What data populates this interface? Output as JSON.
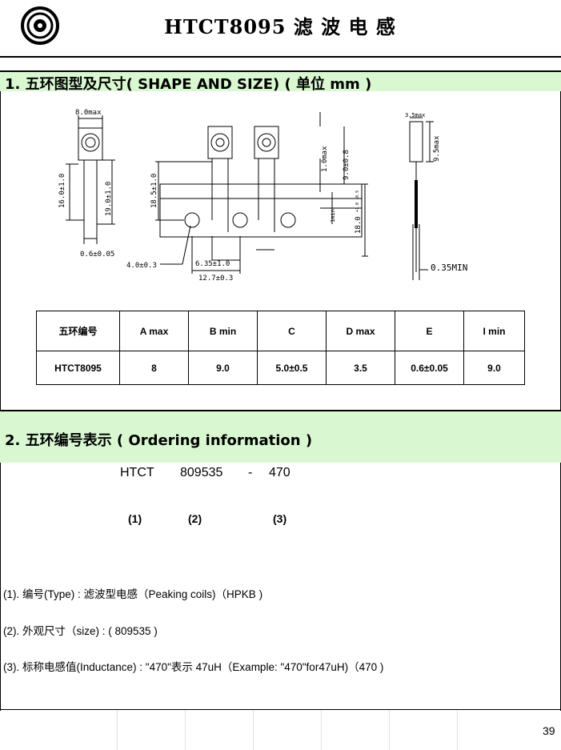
{
  "header": {
    "title": "HTCT8095 滤 波 电 感"
  },
  "section1": {
    "title": "1. 五环图型及尺寸( SHAPE AND SIZE)  ( 单位 mm )",
    "drawing": {
      "dim_8max": "8.0max",
      "dim_16": "16.0±1.0",
      "dim_19": "19.0±1.0",
      "dim_06": "0.6±0.05",
      "dim_185": "18.5±1.0",
      "dim_40": "4.0±0.3",
      "dim_635": "6.35±1.0",
      "dim_127": "12.7±0.3",
      "dim_1max": "1.0max",
      "dim_90": "9.0±0.8",
      "dim_1min": "1min",
      "dim_180": "18.0",
      "dim_tol": "+1.0 -0.5",
      "dim_35max": "3.5max",
      "dim_95max": "9.5max",
      "dim_035min": "0.35MIN"
    },
    "table": {
      "headers": [
        "五环编号",
        "A  max",
        "B min",
        "C",
        "D  max",
        "E",
        "I  min"
      ],
      "row": [
        "HTCT8095",
        "8",
        "9.0",
        "5.0±0.5",
        "3.5",
        "0.6±0.05",
        "9.0"
      ]
    }
  },
  "section2": {
    "title": "2. 五环编号表示 ( Ordering information )",
    "code": {
      "p1": "HTCT",
      "p2": "809535",
      "dash": "-",
      "p3": "470"
    },
    "indices": [
      "(1)",
      "(2)",
      "(3)"
    ],
    "notes": [
      "(1). 编号(Type) : 滤波型电感（Peaking coils)（HPKB )",
      "(2). 外观尺寸（size) :  ( 809535 )",
      "(3). 标称电感值(Inductance) : \"470\"表示 47uH（Example: \"470\"for47uH)（470 )"
    ]
  },
  "footer": {
    "page_number": "39"
  }
}
